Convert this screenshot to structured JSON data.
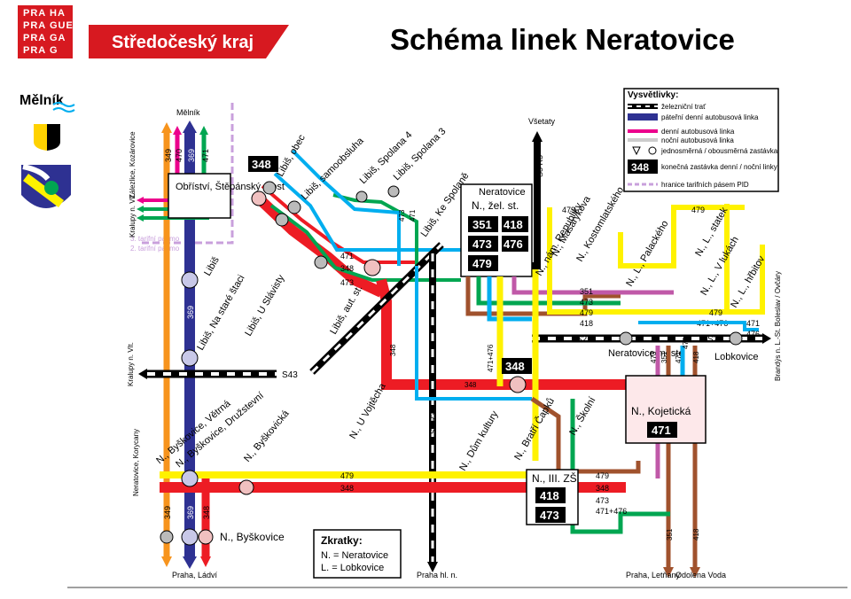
{
  "header": {
    "praha_logo": [
      "PRA",
      "HA",
      "PRA",
      "GUE",
      "PRA",
      "GA",
      "PRA",
      "G"
    ],
    "kraj_name": "Středočeský kraj",
    "title": "Schéma linek Neratovice"
  },
  "emblem": {
    "melnik": "Mělník"
  },
  "legend": {
    "title": "Vysvětlivky:",
    "items": [
      "železniční trať",
      "páteřní denní autobusová linka",
      "denní autobusová linka",
      "noční autobusová linka",
      "jednosměrná / obousměrná zastávka",
      "konečná zastávka denní / noční linky",
      "hranice tarifních pásem PID"
    ],
    "badge": "348"
  },
  "zones": {
    "z3": "3. tarifní pásmo",
    "z2": "2. tarifní pásmo"
  },
  "abbrev": {
    "title": "Zkratky:",
    "n": "N. = Neratovice",
    "l": "L. = Lobkovice"
  },
  "directions": {
    "melnik": "Mělník",
    "zalezlice": "Zálezlice, Kozárovice",
    "kralupy_top": "Kralupy n. Vlt.",
    "kralupy_left": "Kralupy n. Vlt.",
    "koryc": "Neratovice, Korycany",
    "praha_ladvi": "Praha, Ládví",
    "praha_hln": "Praha hl. n.",
    "praha_letnany": "Praha, Letňany",
    "odolena": "Odolena Voda",
    "vsetaty": "Všetaty",
    "brandys": "Brandýs n. L.-St. Boleslav / Ovčáry"
  },
  "stops": {
    "obristvi": "Obříství, Štěpánský most",
    "libis": "Libiš",
    "libis_obec": "Libiš, obec",
    "libis_samo": "Libiš, samoobsluha",
    "libis_sp4": "Libiš, Spolana 4",
    "libis_sp3": "Libiš, Spolana 3",
    "libis_ke": "Libiš, Ke Spolaně",
    "libis_stare": "Libiš, Na staré štaci",
    "libis_slav": "Libiš, U Slávisty",
    "libis_aut": "Libiš, aut. st.",
    "vojtecha": "N., U Vojtěcha",
    "vetrna": "N., Byškovice, Větrná",
    "druz": "N., Byškovice, Družstevní",
    "byskovicka": "N., Byškovická",
    "byskovice": "N., Byškovice",
    "nerat_title": "Neratovice",
    "zel_st": "N., žel. st.",
    "dum_kult": "N., Dům kultury",
    "bratri": "N., Bratří Čapků",
    "skolni": "N., Školní",
    "iii_zs": "N., III. ZŠ",
    "kojeticka": "N., Kojetická",
    "nam": "N., nám. Republiky",
    "masaryk": "N., Masarykova",
    "kostom": "N., Kostomlatského",
    "palack": "N., L., Palackého",
    "statek": "N., L., statek",
    "lukach": "N., L., V lukách",
    "hrbitov": "N., L., hřbitov",
    "nerat_mesto": "Neratovice město",
    "lobkovice": "Lobkovice",
    "s43": "S43",
    "s23a": "S23",
    "s23b": "S23",
    "s3r3_top": "S3 R3",
    "s3r3_bot": "S3 R3"
  },
  "badges": {
    "b348_obec": "348",
    "b348_center": "348",
    "zel": [
      "351",
      "418",
      "473",
      "476",
      "479"
    ],
    "zs": [
      "418",
      "473"
    ],
    "koj": "471"
  },
  "labels": {
    "l349": "349",
    "l470": "470",
    "l369": "369",
    "l471": "471",
    "l369b": "369",
    "l349b": "349",
    "l369c": "369",
    "l348b": "348",
    "l471b": "471",
    "l348c": "348",
    "l473b": "473",
    "l473v": "473",
    "l471v": "471",
    "l348v": "348",
    "l348h": "348",
    "l471476": "471+476",
    "l479v": "479",
    "l479a": "479",
    "l348d": "348",
    "r351": "351",
    "r473": "473",
    "r479": "479",
    "r418": "418",
    "r479b": "479",
    "r471476": "471+476",
    "r471": "471",
    "r476": "476",
    "t479": "479",
    "t479b": "479",
    "v473": "473",
    "v351": "351",
    "v471": "471",
    "v476": "476",
    "v418": "418",
    "z479": "479",
    "z348": "348",
    "z473": "473",
    "z471476": "471+476",
    "d351": "351",
    "d418": "418"
  },
  "colors": {
    "orange": "#f7941d",
    "navy": "#2e3192",
    "magenta": "#ec008c",
    "green": "#00a651",
    "red": "#ed1c24",
    "blue": "#00aeef",
    "yellow": "#fff200",
    "brown": "#a0522d",
    "purple": "#c059a8",
    "lightgreen": "#8dc63f",
    "pink": "#f4a0c0",
    "lilac": "#c9a0dc"
  }
}
